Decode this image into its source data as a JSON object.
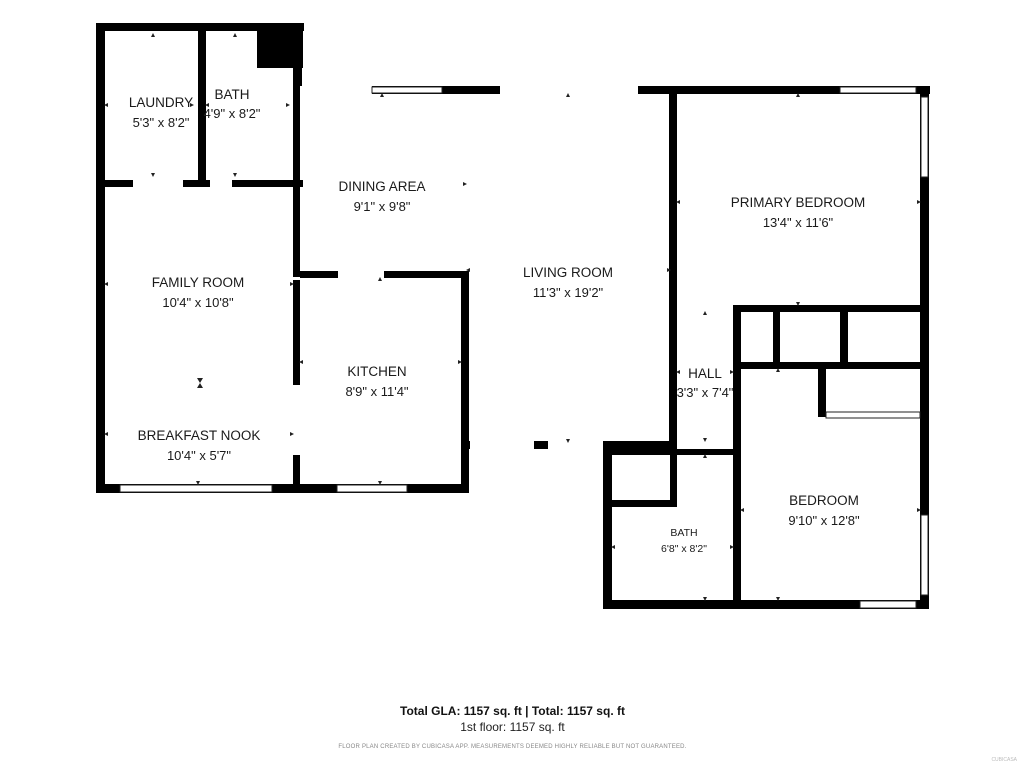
{
  "rooms": [
    {
      "id": "laundry",
      "name": "LAUNDRY",
      "dims": "5'3\" x 8'2\""
    },
    {
      "id": "bath1",
      "name": "BATH",
      "dims": "4'9\" x 8'2\""
    },
    {
      "id": "dining",
      "name": "DINING AREA",
      "dims": "9'1\" x 9'8\""
    },
    {
      "id": "living",
      "name": "LIVING ROOM",
      "dims": "11'3\" x 19'2\""
    },
    {
      "id": "primary",
      "name": "PRIMARY BEDROOM",
      "dims": "13'4\" x 11'6\""
    },
    {
      "id": "family",
      "name": "FAMILY ROOM",
      "dims": "10'4\" x 10'8\""
    },
    {
      "id": "kitchen",
      "name": "KITCHEN",
      "dims": "8'9\" x 11'4\""
    },
    {
      "id": "hall",
      "name": "HALL",
      "dims": "3'3\" x 7'4\""
    },
    {
      "id": "nook",
      "name": "BREAKFAST NOOK",
      "dims": "10'4\" x 5'7\""
    },
    {
      "id": "bath2",
      "name": "BATH",
      "dims": "6'8\" x 8'2\""
    },
    {
      "id": "bedroom",
      "name": "BEDROOM",
      "dims": "9'10\" x 12'8\""
    }
  ],
  "footer": {
    "total_line": "Total GLA: 1157 sq. ft | Total: 1157 sq. ft",
    "floor_line": "1st floor: 1157 sq. ft",
    "disclaimer": "FLOOR PLAN CREATED BY CUBICASA APP. MEASUREMENTS DEEMED HIGHLY RELIABLE BUT NOT GUARANTEED.",
    "brand": "CUBICASA"
  },
  "colors": {
    "wall": "#000000",
    "window": "#ffffff",
    "background": "#ffffff"
  }
}
